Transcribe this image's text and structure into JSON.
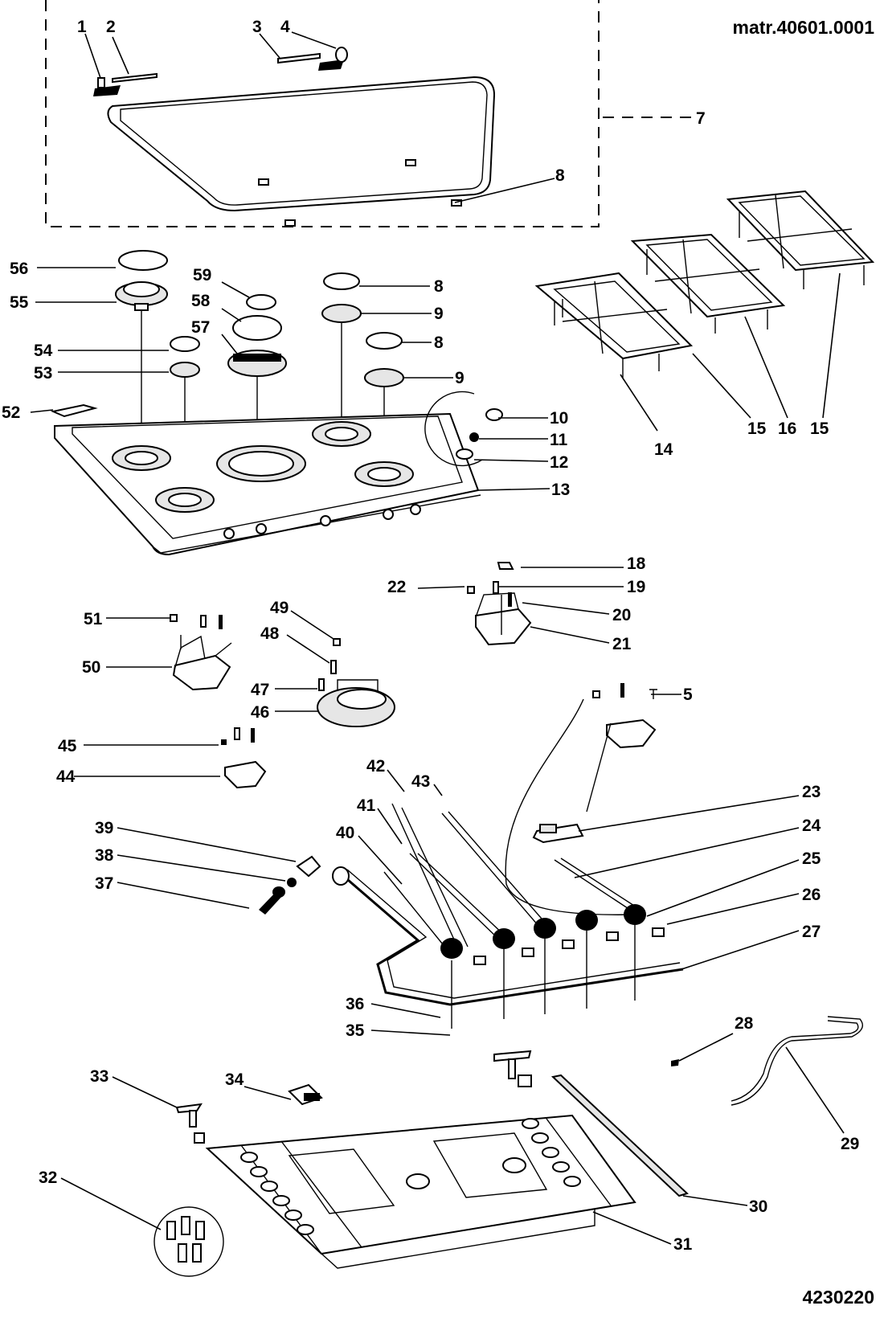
{
  "header": {
    "model_code": "matr.40601.0001",
    "drawing_number": "4230220"
  },
  "parts": {
    "p1": "1",
    "p2": "2",
    "p3": "3",
    "p4": "4",
    "p5": "5",
    "p7": "7",
    "p8a": "8",
    "p8b": "8",
    "p8c": "8",
    "p9a": "9",
    "p9b": "9",
    "p10": "10",
    "p11": "11",
    "p12": "12",
    "p13": "13",
    "p14": "14",
    "p15a": "15",
    "p16": "16",
    "p15b": "15",
    "p18": "18",
    "p19": "19",
    "p20": "20",
    "p21": "21",
    "p22": "22",
    "p23": "23",
    "p24": "24",
    "p25": "25",
    "p26": "26",
    "p27": "27",
    "p28": "28",
    "p29": "29",
    "p30": "30",
    "p31": "31",
    "p32": "32",
    "p33": "33",
    "p34": "34",
    "p35": "35",
    "p36": "36",
    "p37": "37",
    "p38": "38",
    "p39": "39",
    "p40": "40",
    "p41": "41",
    "p42": "42",
    "p43": "43",
    "p44": "44",
    "p45": "45",
    "p46": "46",
    "p47": "47",
    "p48": "48",
    "p49": "49",
    "p50": "50",
    "p51": "51",
    "p52": "52",
    "p53": "53",
    "p54": "54",
    "p55": "55",
    "p56": "56",
    "p57": "57",
    "p58": "58",
    "p59": "59"
  }
}
